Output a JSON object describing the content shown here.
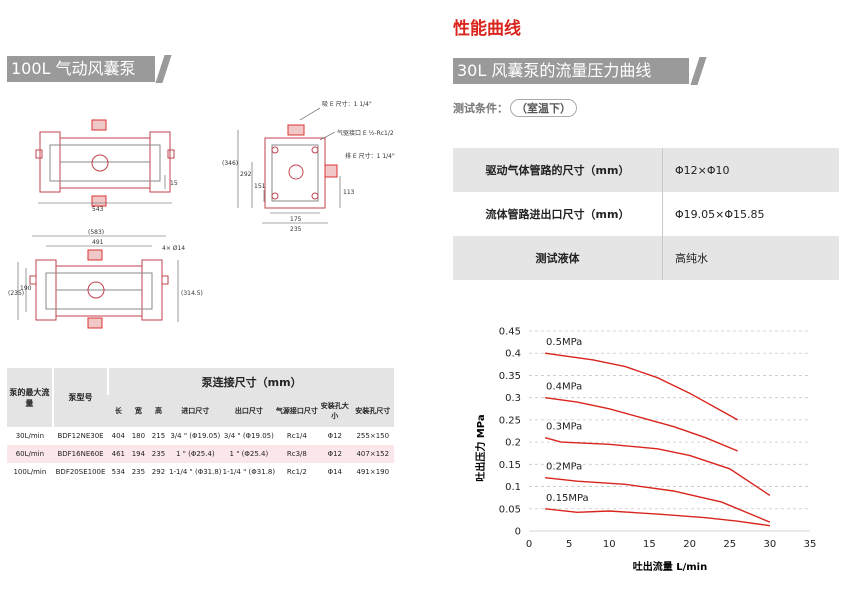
{
  "left_section": {
    "title": "100L 气动风囊泵"
  },
  "right_header": {
    "red_title": "性能曲线",
    "section_title": "30L 风囊泵的流量压力曲线"
  },
  "test_condition": {
    "label": "测试条件：",
    "value": "（室温下）"
  },
  "spec_table": [
    {
      "key": "驱动气体管路的尺寸（mm）",
      "value": "Φ12×Φ10"
    },
    {
      "key": "流体管路进出口尺寸（mm）",
      "value": "Φ19.05×Φ15.85"
    },
    {
      "key": "测试液体",
      "value": "高纯水"
    }
  ],
  "drawings": {
    "top_width": "543",
    "top_height_small": "15",
    "side_labels": [
      "吸 E 尺寸：1 1/4\"",
      "气驱接口 E ½-Rc1/2",
      "排 E 尺寸：1 1/4\""
    ],
    "side_dims": [
      "(346)",
      "292",
      "151",
      "175",
      "235",
      "113"
    ],
    "front_dims": [
      "(583)",
      "491",
      "4× Ø14",
      "(235)",
      "190",
      "(314.5)"
    ]
  },
  "pump_table": {
    "h_flow": "泵的最大流量",
    "h_model": "泵型号",
    "h_group": "泵连接尺寸（mm）",
    "sub_headers": [
      "长",
      "宽",
      "高",
      "进口尺寸",
      "出口尺寸",
      "气源接口尺寸",
      "安装孔大小",
      "安装孔尺寸"
    ],
    "rows": [
      [
        "30L/min",
        "BDF12NE30E",
        "404",
        "180",
        "215",
        "3/4 \" (Φ19.05)",
        "3/4 \" (Φ19.05)",
        "Rc1/4",
        "Φ12",
        "255×150"
      ],
      [
        "60L/min",
        "BDF16NE60E",
        "461",
        "194",
        "235",
        "1 \" (Φ25.4)",
        "1 \" (Φ25.4)",
        "Rc3/8",
        "Φ12",
        "407×152"
      ],
      [
        "100L/min",
        "BDF20SE100E",
        "534",
        "235",
        "292",
        "1-1/4 \" (Φ31.8)",
        "1-1/4 \" (Φ31.8)",
        "Rc1/2",
        "Φ14",
        "491×190"
      ]
    ]
  },
  "chart_data": {
    "type": "line",
    "xlabel": "吐出流量 L/min",
    "ylabel": "吐出压力 MPa",
    "xlim": [
      0,
      35
    ],
    "ylim": [
      0,
      0.45
    ],
    "xticks": [
      "0",
      "5",
      "10",
      "15",
      "20",
      "25",
      "30",
      "35"
    ],
    "yticks": [
      "0",
      "0.05",
      "0.1",
      "0.15",
      "0.2",
      "0.25",
      "0.3",
      "0.35",
      "0.4",
      "0.45"
    ],
    "grid": "horizontal dashed",
    "line_color": "#d9251d",
    "series": [
      {
        "name": "0.5MPa",
        "x": [
          2,
          8,
          12,
          16,
          20,
          24,
          26
        ],
        "y": [
          0.4,
          0.385,
          0.37,
          0.345,
          0.31,
          0.27,
          0.25
        ]
      },
      {
        "name": "0.4MPa",
        "x": [
          2,
          6,
          10,
          14,
          18,
          22,
          26
        ],
        "y": [
          0.3,
          0.29,
          0.275,
          0.255,
          0.235,
          0.21,
          0.18
        ]
      },
      {
        "name": "0.3MPa",
        "x": [
          2,
          4,
          10,
          16,
          20,
          25,
          30
        ],
        "y": [
          0.21,
          0.2,
          0.195,
          0.185,
          0.17,
          0.14,
          0.08
        ]
      },
      {
        "name": "0.2MPa",
        "x": [
          2,
          6,
          12,
          18,
          24,
          30
        ],
        "y": [
          0.12,
          0.112,
          0.105,
          0.09,
          0.065,
          0.02
        ]
      },
      {
        "name": "0.15MPa",
        "x": [
          2,
          6,
          10,
          16,
          22,
          26,
          30
        ],
        "y": [
          0.05,
          0.042,
          0.045,
          0.038,
          0.03,
          0.022,
          0.012
        ]
      }
    ]
  }
}
